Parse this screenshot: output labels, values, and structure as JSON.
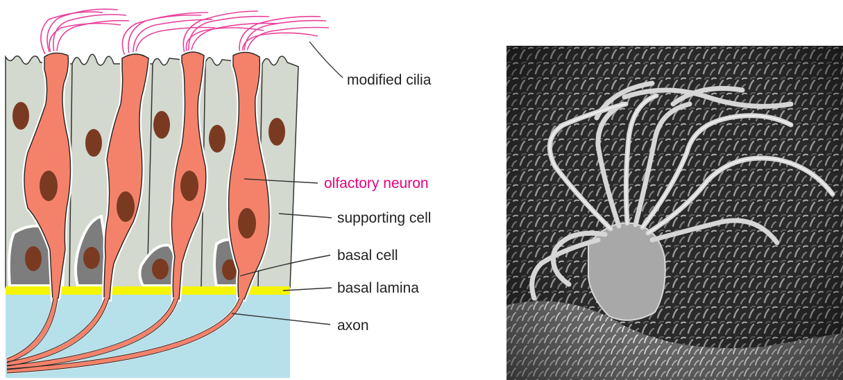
{
  "labels": {
    "modified_cilia": "modified cilia",
    "olfactory_neuron": "olfactory neuron",
    "supporting_cell": "supporting cell",
    "basal_cell": "basal cell",
    "basal_lamina": "basal lamina",
    "axon": "axon"
  },
  "colors": {
    "supporting_cell": "#d3d9cf",
    "neuron": "#f4826a",
    "nucleus": "#7a3a22",
    "basal_cell": "#7d7d7d",
    "basal_lamina": "#f5f500",
    "connective_tissue": "#b6e0ea",
    "cilia": "#e8409a",
    "neuron_label": "#e6007e",
    "label": "#222222"
  }
}
